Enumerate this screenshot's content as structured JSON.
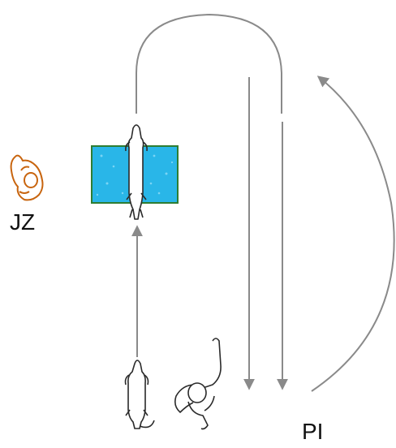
{
  "labels": {
    "judge": "JZ",
    "handler_position": "PI"
  },
  "colors": {
    "arrow": "#8a8a8a",
    "blanket_fill": "#29b6e8",
    "blanket_border": "#2e7d32",
    "judge_figure": "#c8650f",
    "figure_outline": "#2a2a2a"
  },
  "icons": {
    "judge": "judge-figure-icon",
    "handler": "handler-figure-icon",
    "dog_start": "dog-start-icon",
    "dog_on_blanket": "dog-on-blanket-icon",
    "blanket": "blanket-rectangle"
  }
}
